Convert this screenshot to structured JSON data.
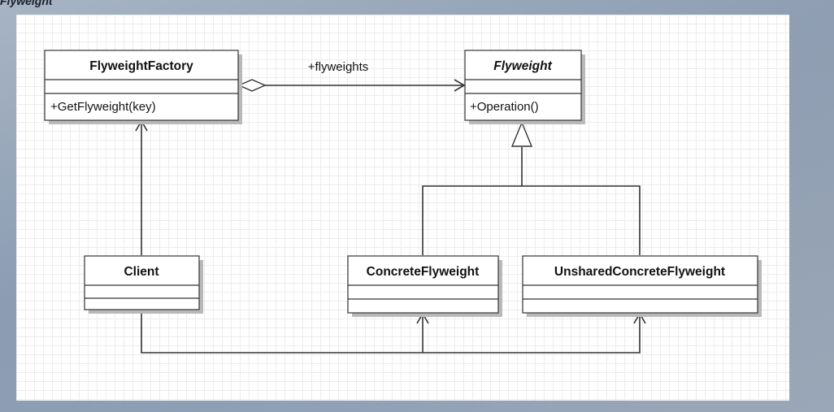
{
  "header_fragment": "Flyweight",
  "classes": {
    "flyweight_factory": {
      "name": "FlyweightFactory",
      "members": [
        "+GetFlyweight(key)"
      ]
    },
    "flyweight": {
      "name": "Flyweight",
      "abstract": true,
      "members": [
        "+Operation()"
      ]
    },
    "client": {
      "name": "Client",
      "members": []
    },
    "concrete_flyweight": {
      "name": "ConcreteFlyweight",
      "members": []
    },
    "unshared_concrete_flyweight": {
      "name": "UnsharedConcreteFlyweight",
      "members": []
    }
  },
  "relations": {
    "aggregation_label": "+flyweights"
  },
  "colors": {
    "line": "#333333",
    "grid": "#ececec",
    "canvas": "#ffffff"
  }
}
